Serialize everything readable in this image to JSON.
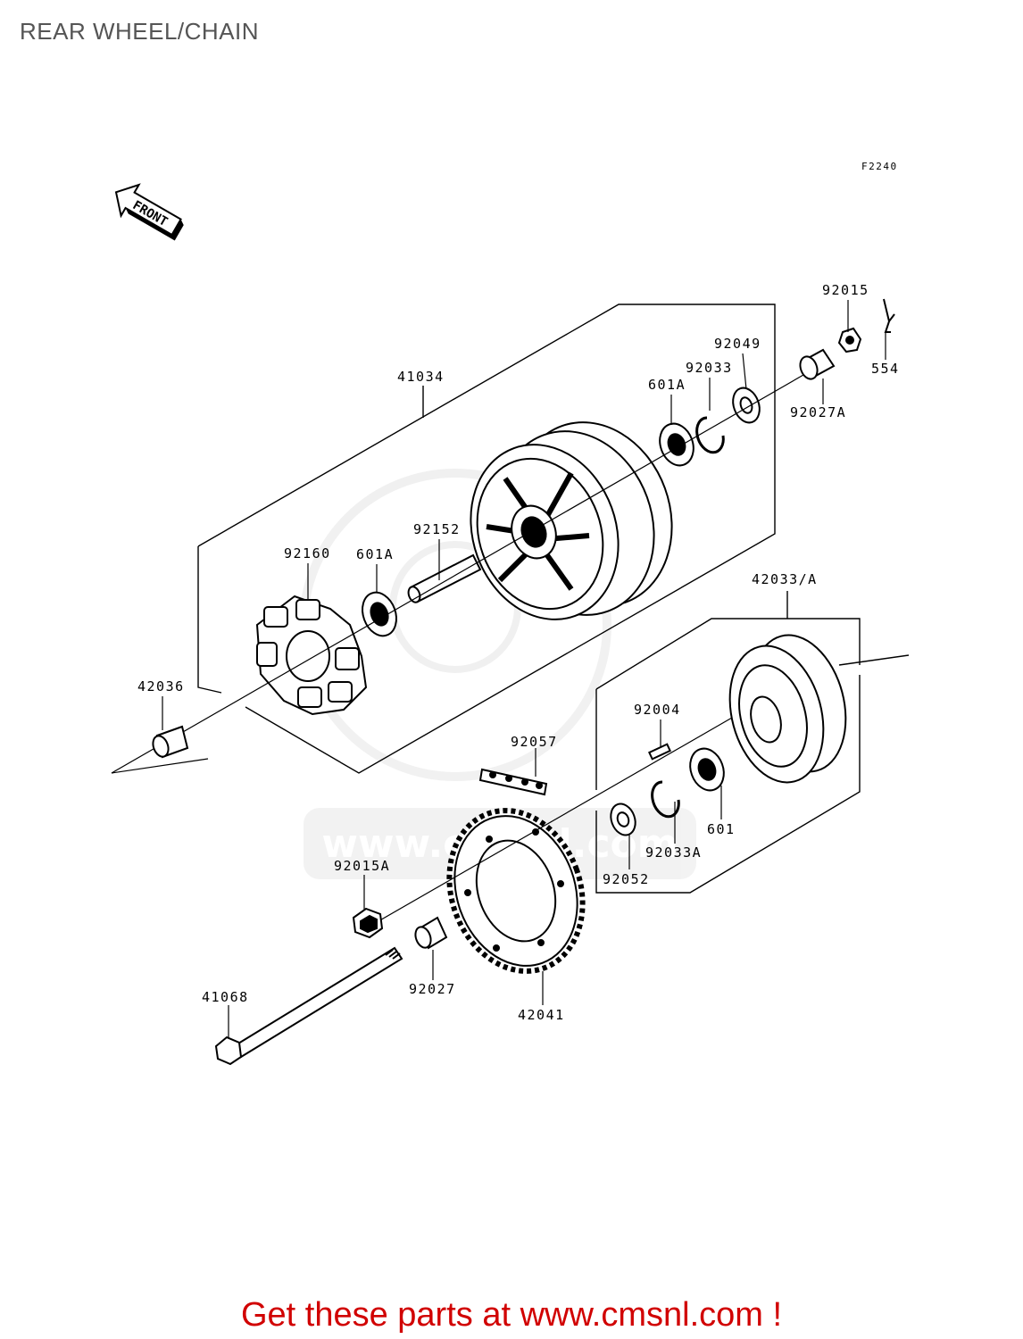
{
  "page": {
    "title": "REAR WHEEL/CHAIN",
    "figure_code": "F2240"
  },
  "front_arrow": {
    "label": "FRONT",
    "icon": "front-arrow-icon"
  },
  "parts": [
    {
      "id": "41034",
      "label": "41034"
    },
    {
      "id": "92015",
      "label": "92015"
    },
    {
      "id": "554",
      "label": "554"
    },
    {
      "id": "92049",
      "label": "92049"
    },
    {
      "id": "92033",
      "label": "92033"
    },
    {
      "id": "601A_top",
      "label": "601A"
    },
    {
      "id": "92027A",
      "label": "92027A"
    },
    {
      "id": "92152",
      "label": "92152"
    },
    {
      "id": "92160",
      "label": "92160"
    },
    {
      "id": "601A_left",
      "label": "601A"
    },
    {
      "id": "42033A",
      "label": "42033/A"
    },
    {
      "id": "42036",
      "label": "42036"
    },
    {
      "id": "92004",
      "label": "92004"
    },
    {
      "id": "92057",
      "label": "92057"
    },
    {
      "id": "601",
      "label": "601"
    },
    {
      "id": "92033A",
      "label": "92033A"
    },
    {
      "id": "92052",
      "label": "92052"
    },
    {
      "id": "92015A",
      "label": "92015A"
    },
    {
      "id": "92027",
      "label": "92027"
    },
    {
      "id": "41068",
      "label": "41068"
    },
    {
      "id": "42041",
      "label": "42041"
    }
  ],
  "watermark": {
    "text": "www.cmsnl.com"
  },
  "footer": {
    "cta": "Get these parts at www.cmsnl.com !"
  }
}
